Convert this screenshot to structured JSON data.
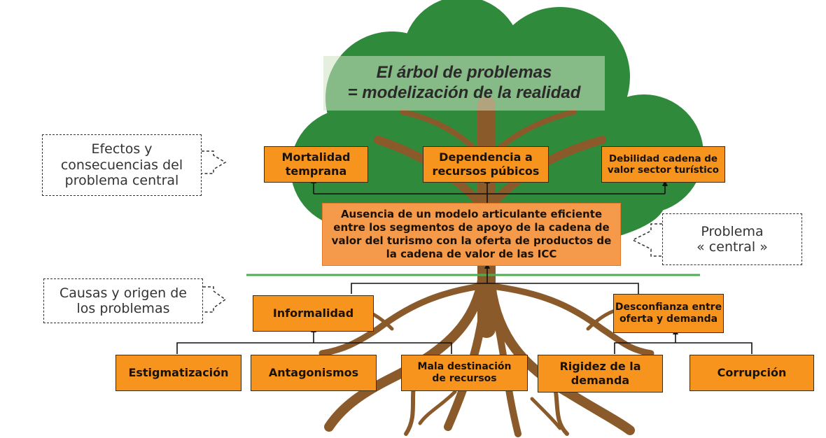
{
  "title": {
    "line1": "El árbol de problemas",
    "line2": "= modelización de la realidad"
  },
  "labels": {
    "effects": "Efectos y\nconsecuencias del\nproblema central",
    "problem": "Problema\n« central »",
    "causes": "Causas y origen de\nlos problemas"
  },
  "effects": [
    "Mortalidad\ntemprana",
    "Dependencia a\nrecursos púbicos",
    "Debilidad cadena de\nvalor sector turístico"
  ],
  "central_problem": "Ausencia de un modelo articulante eficiente entre los segmentos de apoyo de la cadena de valor del turismo con la oferta de productos de la cadena de valor de las ICC",
  "causes_level1": [
    "Informalidad",
    "Desconfianza entre\noferta y demanda"
  ],
  "causes_level2": [
    "Estigmatización",
    "Antagonismos",
    "Mala destinación\nde recursos",
    "Rigidez de la\ndemanda",
    "Corrupción"
  ],
  "colors": {
    "foliage": "#2f8a3c",
    "trunk": "#8b5a2b",
    "box": "#f7941d",
    "central_box": "#f59a4a",
    "ground_line": "#4caf50"
  }
}
